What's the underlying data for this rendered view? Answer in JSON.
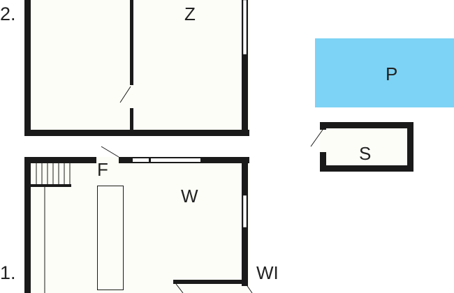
{
  "floors": {
    "upper_label": "2.",
    "lower_label": "1."
  },
  "rooms": {
    "upper_right": "Z",
    "entrance": "F",
    "living": "W",
    "lower_right": "WI",
    "shed": "S",
    "pool": "P"
  },
  "colors": {
    "pool": "#7dd3f5",
    "floor": "#fdfdf7",
    "wall": "#1a1a1a"
  }
}
